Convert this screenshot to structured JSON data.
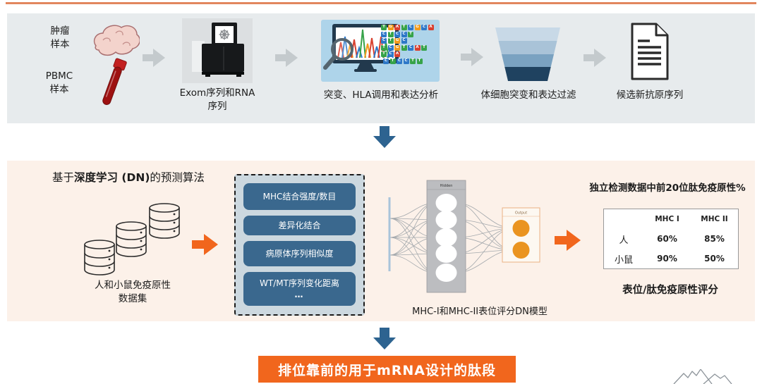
{
  "accent": {
    "top_line_color": "#e2875e",
    "orange_arrow_color": "#f1661d",
    "blue_arrow_color": "#2d6390",
    "gray_arrow_color": "#c4cacd",
    "top_panel_bg": "#e7ebed",
    "dl_panel_bg": "#fcf1e9"
  },
  "top_flow": {
    "tumor_label": "肿瘤\n样本",
    "pbmc_label": "PBMC\n样本",
    "seq_caption": "Exom序列和RNA\n序列",
    "analysis_caption": "突变、HLA调用和表达分析",
    "funnel_caption": "体细胞突变和表达过滤",
    "doc_caption": "候选新抗原序列",
    "funnel_colors": [
      "#c8d9e7",
      "#a9c3d8",
      "#7aa2c1",
      "#1f4260"
    ],
    "dna_tiles": {
      "rows": [
        "TGATCGCA",
        "CTCCT",
        "CTGC",
        "TCGTCAT",
        "TCA",
        "CTCCTT"
      ],
      "offsets": [
        0,
        0,
        0,
        0,
        0,
        3
      ],
      "colors": {
        "A": "#d8402f",
        "C": "#2e78c8",
        "G": "#f29b1d",
        "T": "#37a34a"
      }
    }
  },
  "dl_section": {
    "title_prefix": "基于",
    "title_bold": "深度学习 (DN)",
    "title_suffix": "的预测算法",
    "db_caption": "人和小鼠免疫原性\n数据集",
    "features": [
      "MHC结合强度/数目",
      "差异化结合",
      "病原体序列相似度",
      "WT/MT序列变化距离"
    ],
    "features_ellipsis": "…",
    "nn": {
      "hidden_label": "Hidden",
      "output_label": "Output",
      "caption": "MHC-I和MHC-II表位评分DN模型"
    },
    "results": {
      "title": "独立检测数据中前20位肽免疫原性%",
      "table": {
        "col_headers": [
          "MHC I",
          "MHC II"
        ],
        "rows": [
          {
            "label": "人",
            "mhc1": "60%",
            "mhc2": "85%"
          },
          {
            "label": "小鼠",
            "mhc1": "90%",
            "mhc2": "50%"
          }
        ]
      },
      "caption": "表位/肽免疫原性评分"
    }
  },
  "footer": {
    "banner_text": "排位靠前的用于mRNA设计的肽段",
    "banner_color": "#f1661d"
  }
}
